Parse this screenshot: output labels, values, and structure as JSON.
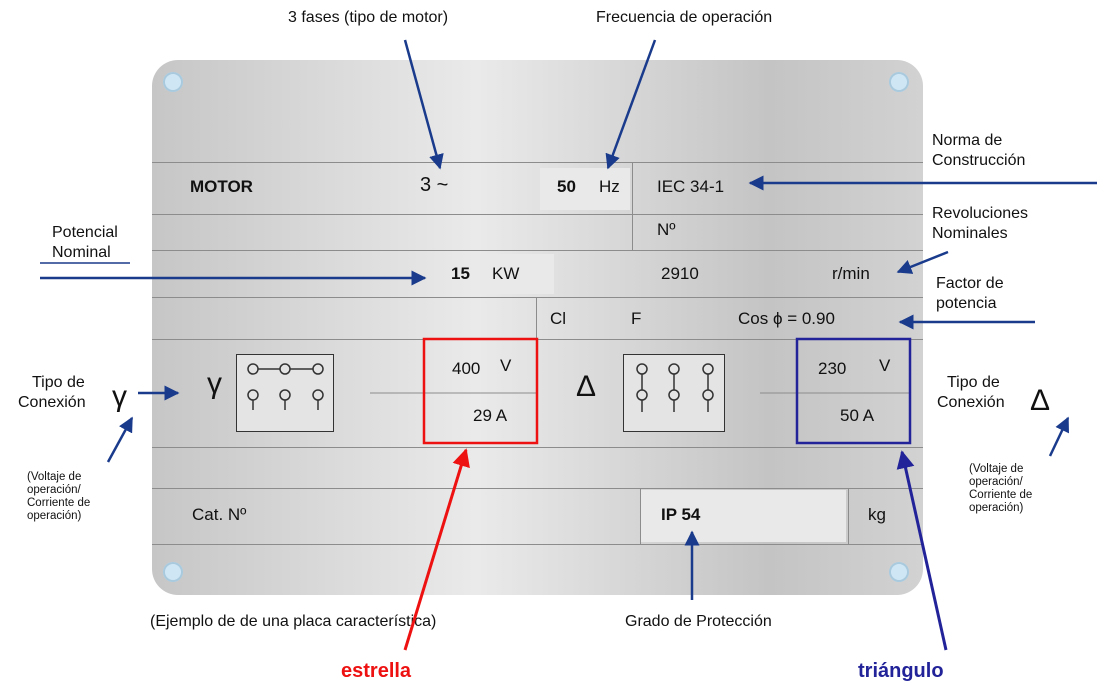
{
  "top_labels": {
    "fases": "3 fases (tipo de motor)",
    "frecuencia": "Frecuencia de operación"
  },
  "right_labels": {
    "norma": [
      "Norma de",
      "Construcción"
    ],
    "revoluciones": [
      "Revoluciones",
      "Nominales"
    ],
    "factor": [
      "Factor de",
      "potencia"
    ],
    "conexion_delta": [
      "Tipo de",
      "Conexión"
    ],
    "nota_delta": [
      "(Voltaje de",
      "operación/",
      "Corriente de",
      "operación)"
    ]
  },
  "left_labels": {
    "potencia": [
      "Potencial",
      "Nominal"
    ],
    "conexion_y": [
      "Tipo de",
      "Conexión"
    ],
    "nota_y": [
      "(Voltaje de",
      "operación/",
      "Corriente de",
      "operación)"
    ]
  },
  "plate": {
    "motor": "MOTOR",
    "fases": "3 ~",
    "freq_value": "50",
    "freq_unit": "Hz",
    "norma": "IEC 34-1",
    "numero": "Nº",
    "power_value": "15",
    "power_unit": "KW",
    "rpm": "2910",
    "rpm_unit": "r/min",
    "cl": "Cl",
    "f": "F",
    "cos": "Cos ϕ = 0.90",
    "y_symbol": "γ",
    "y_voltage": "400",
    "y_voltage_unit": "V",
    "y_current": "29 A",
    "delta_symbol": "Δ",
    "d_voltage": "230",
    "d_voltage_unit": "V",
    "d_current": "50 A",
    "cat": "Cat. Nº",
    "ip": "IP 54",
    "kg": "kg"
  },
  "symbols": {
    "y_left": "γ",
    "delta_right": "Δ"
  },
  "bottom_labels": {
    "ejemplo": "(Ejemplo de de una placa característica)",
    "grado": "Grado de Protección",
    "estrella": "estrella",
    "triangulo": "triángulo"
  },
  "colors": {
    "estrella": "#ee1111",
    "triangulo": "#222299",
    "arrow": "#1a3b8c"
  }
}
